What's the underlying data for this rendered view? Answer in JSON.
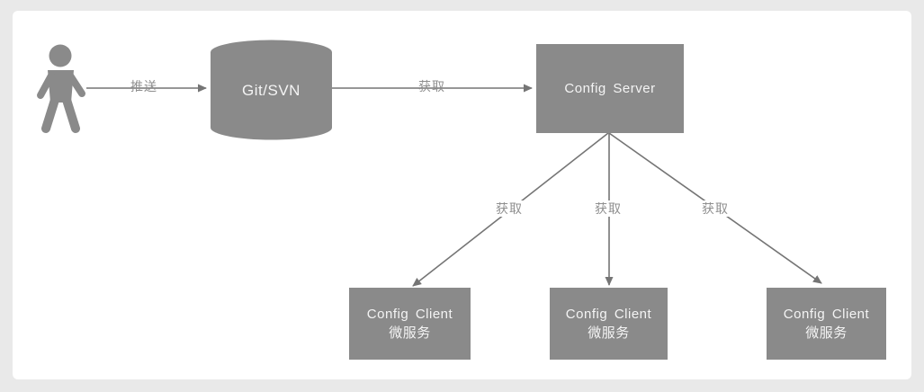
{
  "page": {
    "background": "#e9e9e9",
    "surface_color": "#ffffff"
  },
  "palette": {
    "node_fill": "#8a8a8a",
    "node_text": "#f4f4f4",
    "line_color": "#757575",
    "edge_label_color": "#8f8f8f"
  },
  "diagram": {
    "actor": {
      "icon": "person-icon"
    },
    "nodes": [
      {
        "id": "git-svn",
        "type": "cylinder",
        "label": "Git/SVN"
      },
      {
        "id": "config-server",
        "type": "rect",
        "label": "Config Server"
      },
      {
        "id": "config-client-1",
        "type": "rect",
        "label": "Config Client",
        "sublabel": "微服务"
      },
      {
        "id": "config-client-2",
        "type": "rect",
        "label": "Config Client",
        "sublabel": "微服务"
      },
      {
        "id": "config-client-3",
        "type": "rect",
        "label": "Config Client",
        "sublabel": "微服务"
      }
    ],
    "edges": [
      {
        "from": "actor",
        "to": "git-svn",
        "label": "推送"
      },
      {
        "from": "git-svn",
        "to": "config-server",
        "label": "获取"
      },
      {
        "from": "config-server",
        "to": "config-client-1",
        "label": "获取"
      },
      {
        "from": "config-server",
        "to": "config-client-2",
        "label": "获取"
      },
      {
        "from": "config-server",
        "to": "config-client-3",
        "label": "获取"
      }
    ]
  }
}
